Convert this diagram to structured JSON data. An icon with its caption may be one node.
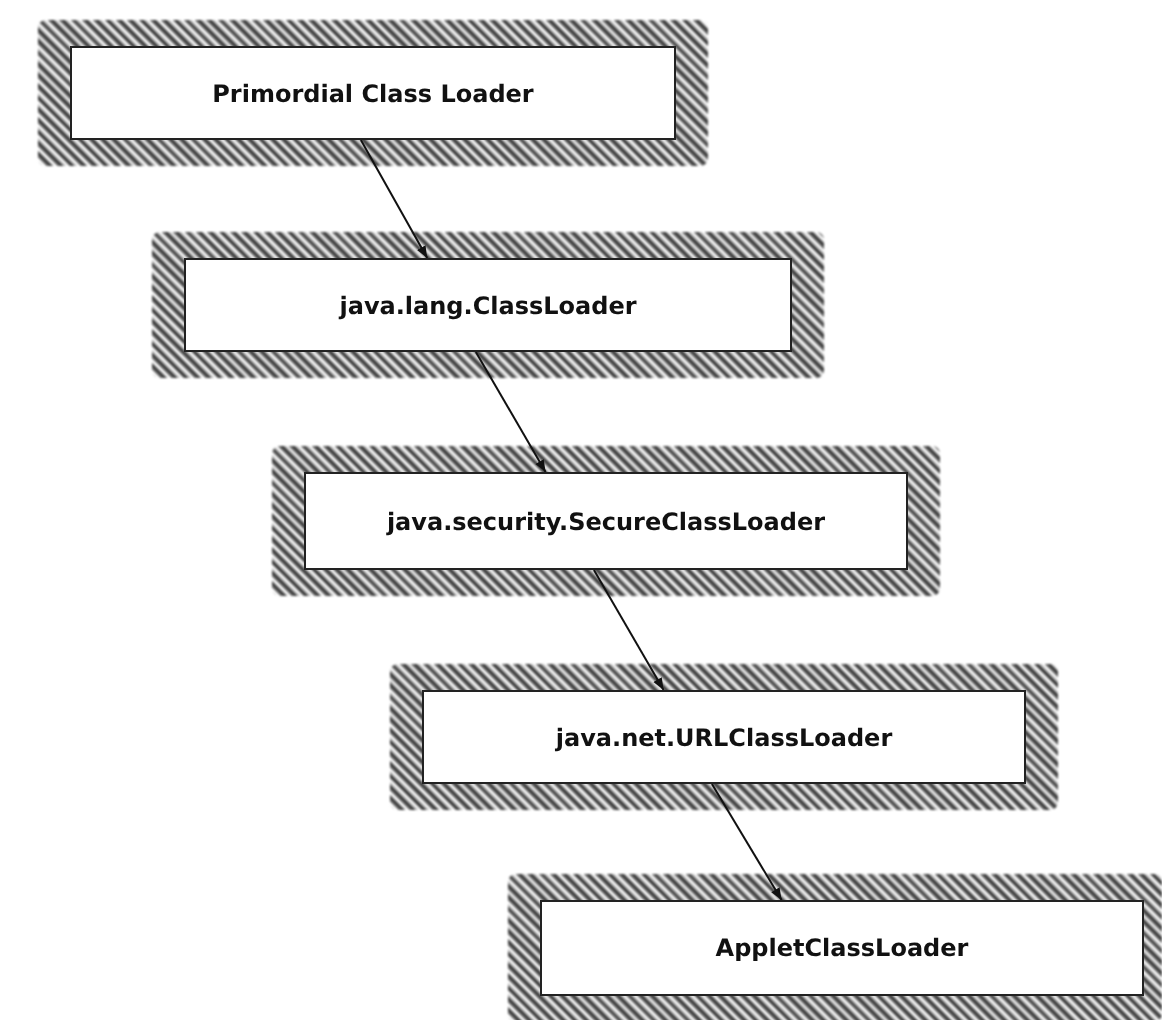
{
  "diagram": {
    "nodes": [
      {
        "text": [
          "Primordial Class Loader"
        ]
      },
      {
        "text": [
          "java.lang.ClassLoader"
        ]
      },
      {
        "text": [
          "java.security.SecureClassLoader"
        ]
      },
      {
        "text": [
          "java.net.URLClassLoader"
        ]
      },
      {
        "text": [
          "AppletClassLoader"
        ]
      }
    ],
    "edges": [
      {
        "from": 0,
        "to": 1,
        "arrow": "to"
      },
      {
        "from": 1,
        "to": 2,
        "arrow": "to"
      },
      {
        "from": 2,
        "to": 3,
        "arrow": "to"
      },
      {
        "from": 3,
        "to": 4,
        "arrow": "to"
      }
    ]
  }
}
